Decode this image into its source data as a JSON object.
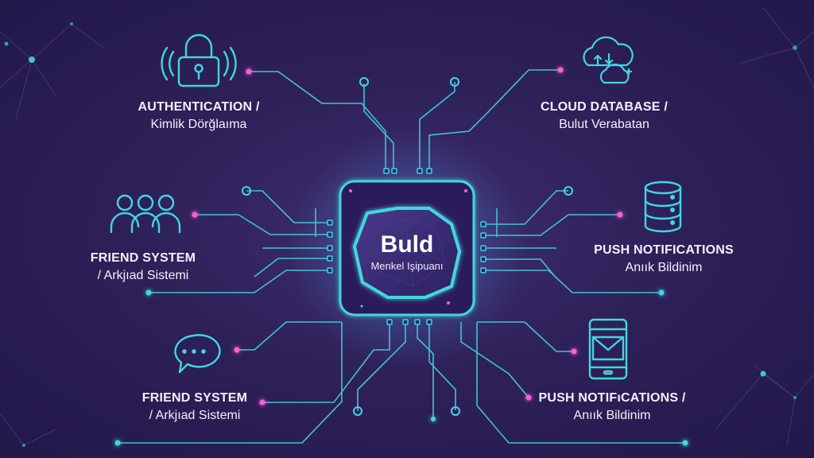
{
  "colors": {
    "accent": "#42d6e0",
    "node_pink": "#ff5fd6",
    "background": "#2e2159"
  },
  "chip": {
    "title": "Buld",
    "subtitle": "Menkel Işipuanı"
  },
  "features": [
    {
      "id": "auth",
      "icon": "padlock-icon",
      "line1": "AUTHENTICATION /",
      "line2": "Kimlik Dörğlaıma"
    },
    {
      "id": "friends",
      "icon": "people-group-icon",
      "line1": "FRIEND SYSTEM",
      "line2": "/ Arkjıad Sistemi"
    },
    {
      "id": "chat",
      "icon": "chat-bubble-icon",
      "line1": "FRIEND SYSTEM",
      "line2": "/ Arkjıad Sistemi"
    },
    {
      "id": "cloud",
      "icon": "cloud-sync-icon",
      "line1": "CLOUD DATABASE /",
      "line2": "Bulut Verabatan"
    },
    {
      "id": "push1",
      "icon": "database-icon",
      "line1": "PUSH NOTIFICATIONS",
      "line2": "Anıık Bildinim"
    },
    {
      "id": "push2",
      "icon": "phone-mail-icon",
      "line1": "PUSH NOTIFıCATIONS /",
      "line2": "Anıık Bildinim"
    }
  ]
}
